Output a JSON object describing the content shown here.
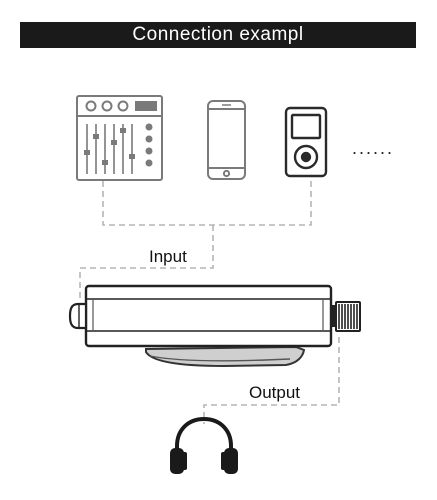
{
  "banner": {
    "title": "Connection exampl"
  },
  "labels": {
    "input": "Input",
    "output": "Output",
    "more": "......"
  },
  "icons": {
    "mixer": "audio-mixer-icon",
    "phone": "smartphone-icon",
    "player": "music-player-icon",
    "device": "usb-dac-amplifier",
    "headphones": "headphones-icon"
  }
}
